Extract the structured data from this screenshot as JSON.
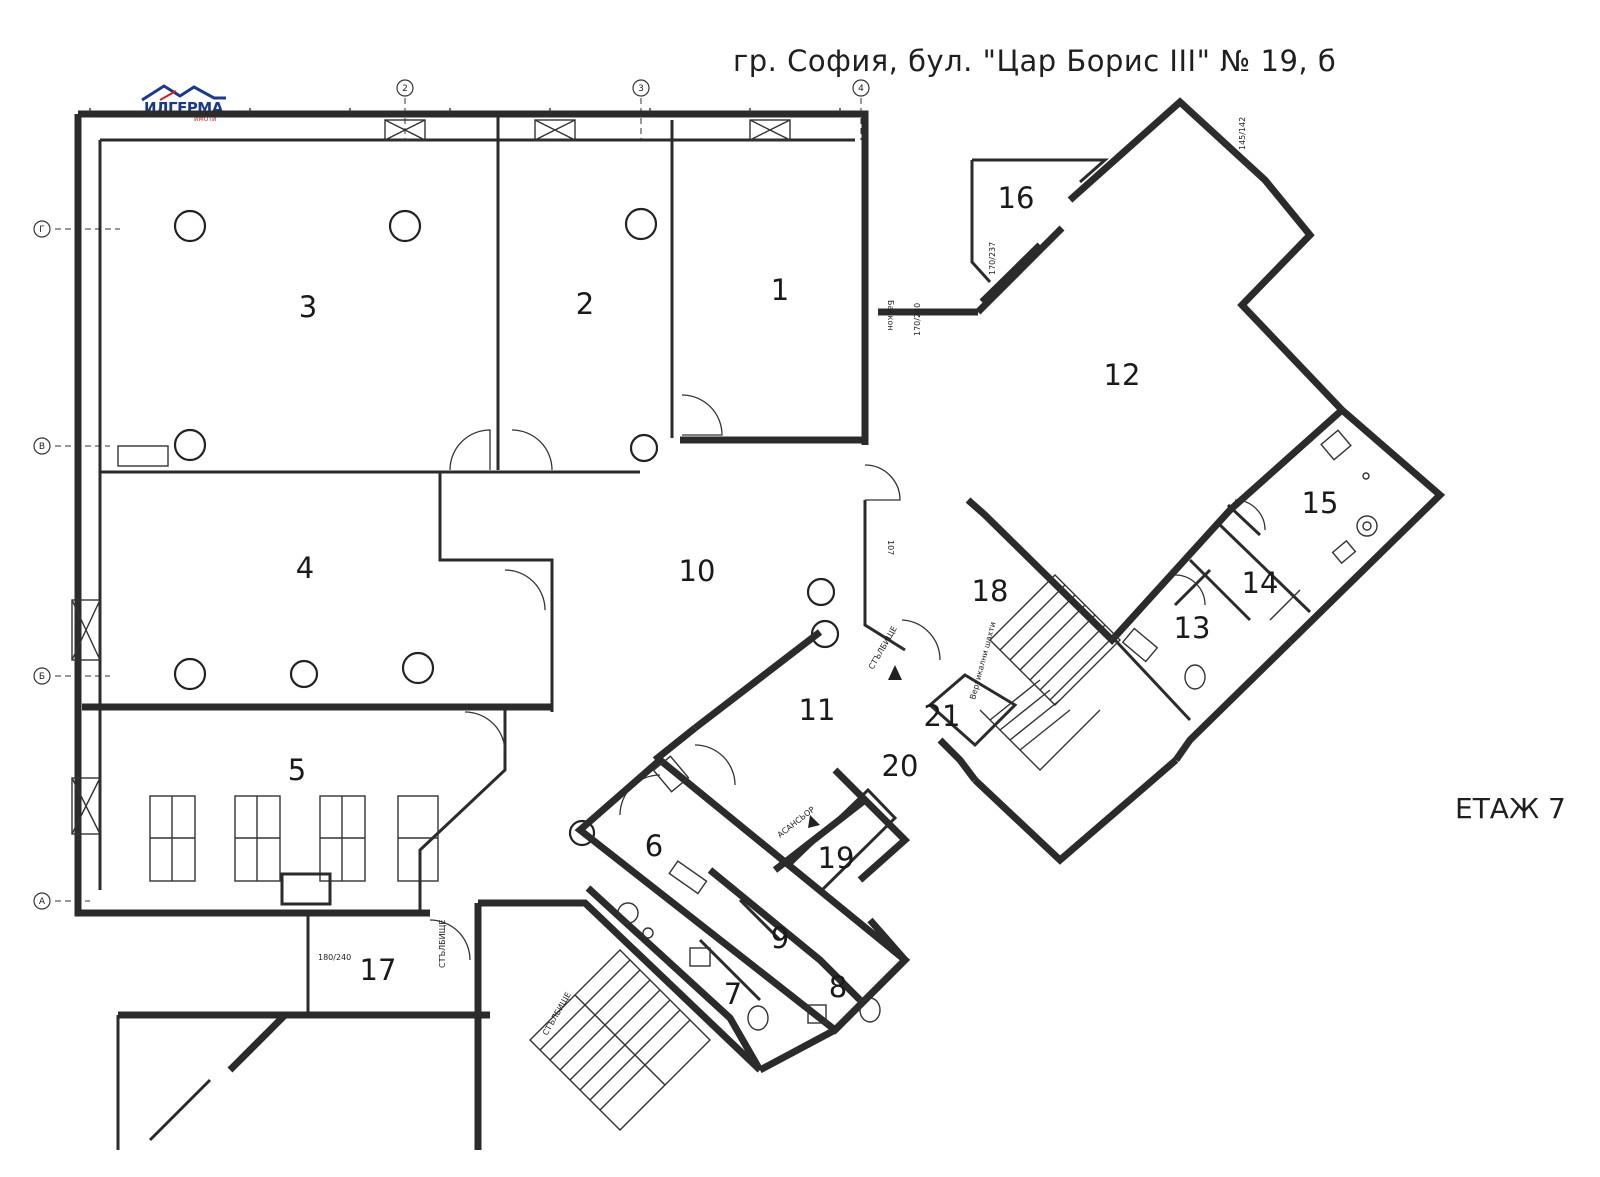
{
  "header": {
    "address": "гр. София, бул. \"Цар Борис III\" № 19, б",
    "floor": "ЕТАЖ 7"
  },
  "logo": {
    "name": "ИЛГЕРМА",
    "subtitle": "ИМОТИ",
    "color_primary": "#1c3a8a",
    "color_accent": "#cc2222"
  },
  "grid_axes": {
    "columns": [
      "2",
      "3",
      "4"
    ],
    "rows": [
      "Г",
      "В",
      "Б",
      "А"
    ]
  },
  "rooms": [
    "1",
    "2",
    "3",
    "4",
    "5",
    "6",
    "7",
    "8",
    "9",
    "10",
    "11",
    "12",
    "13",
    "14",
    "15",
    "16",
    "17",
    "18",
    "19",
    "20",
    "21"
  ],
  "labels": {
    "stairs": "СТЪЛБИЩЕ",
    "elevator": "АСАНСЬОР",
    "technical": "Вертикални шахти",
    "balcony": "Балкон"
  },
  "dimensions": {
    "door_12": "170/240",
    "door_16": "170/237",
    "door_17": "180/240",
    "door_10": "107",
    "window_12": "145/142"
  }
}
